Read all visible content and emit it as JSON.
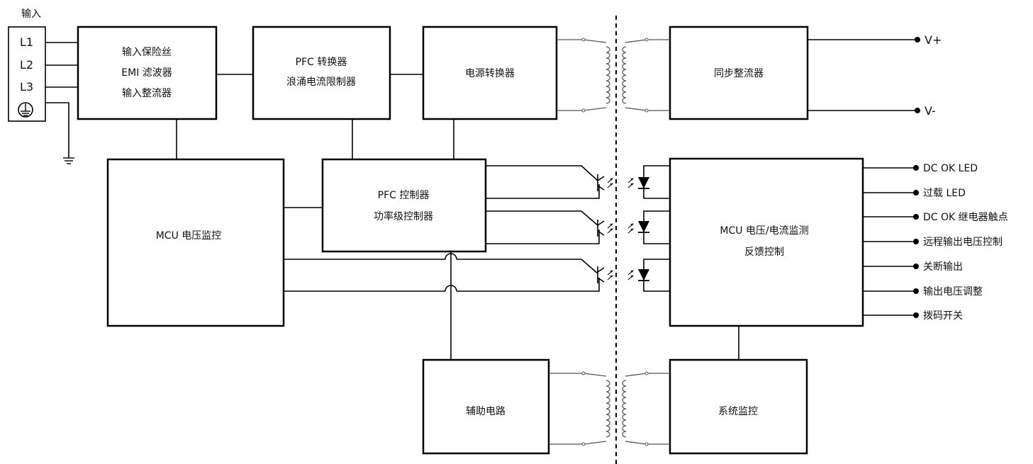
{
  "input_title": "输入",
  "input_lines": [
    "L1",
    "L2",
    "L3"
  ],
  "blocks": {
    "input_filter": [
      "输入保险丝",
      "EMI 滤波器",
      "输入整流器"
    ],
    "pfc_converter": [
      "PFC 转换器",
      "浪涌电流限制器"
    ],
    "power_converter": [
      "电源转换器"
    ],
    "sync_rectifier": [
      "同步整流器"
    ],
    "mcu_voltage_monitor": [
      "MCU 电压监控"
    ],
    "pfc_controller": [
      "PFC 控制器",
      "功率级控制器"
    ],
    "mcu_feedback": [
      "MCU 电压/电流监测",
      "反馈控制"
    ],
    "aux_circuit": [
      "辅助电路"
    ],
    "system_monitor": [
      "系统监控"
    ]
  },
  "outputs": [
    "V+",
    "V-"
  ],
  "signals": [
    "DC OK LED",
    "过载 LED",
    "DC OK 继电器触点",
    "远程输出电压控制",
    "关断输出",
    "输出电压调整",
    "拨码开关"
  ]
}
